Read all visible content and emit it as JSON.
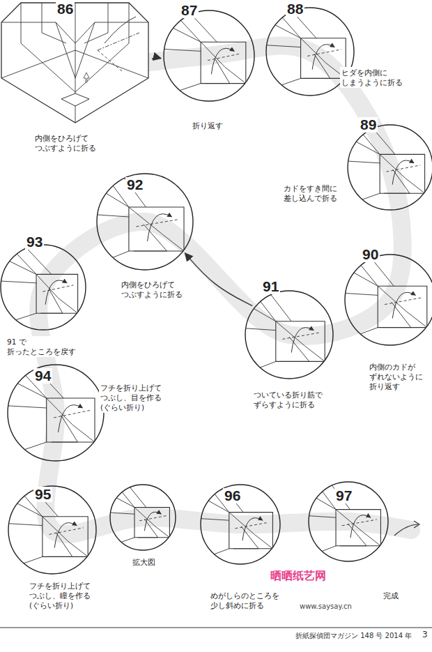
{
  "diagram": {
    "nodes": [
      {
        "text": [
          "86",
          "内側をひろげて つぶすように折る"
        ]
      },
      {
        "text": [
          "87",
          "折り返す"
        ]
      },
      {
        "text": [
          "88",
          "ヒダを内側に しまうように折る"
        ]
      },
      {
        "text": [
          "89",
          "カドをすき間に 差し込んで折る"
        ]
      },
      {
        "text": [
          "90",
          "内側のカドが ずれないように 折り返す"
        ]
      },
      {
        "text": [
          "91",
          "ついている折り筋で ずらすように折る"
        ]
      },
      {
        "text": [
          "92",
          "内側をひろげて つぶすように折る"
        ]
      },
      {
        "text": [
          "93",
          "91 で 折ったところを戻す"
        ]
      },
      {
        "text": [
          "94",
          "フチを折り上げて つぶし、目を作る (ぐらい折り)"
        ]
      },
      {
        "text": [
          "95",
          "フチを折り上げて つぶし、瞳を作る (ぐらい折り)"
        ]
      },
      {
        "text": [
          "拡大図"
        ]
      },
      {
        "text": [
          "96",
          "めがしらのところを 少し斜めに折る"
        ]
      },
      {
        "text": [
          "97",
          "完成"
        ]
      }
    ],
    "edges": [
      {
        "from": 0,
        "to": 1,
        "arrow": "to"
      },
      {
        "from": 5,
        "to": 6,
        "arrow": "to"
      }
    ],
    "labels": [
      "晒晒纸艺网",
      "www.saysay.cn",
      "折紙探偵団マガジン 148 号 2014 年",
      "3"
    ]
  }
}
